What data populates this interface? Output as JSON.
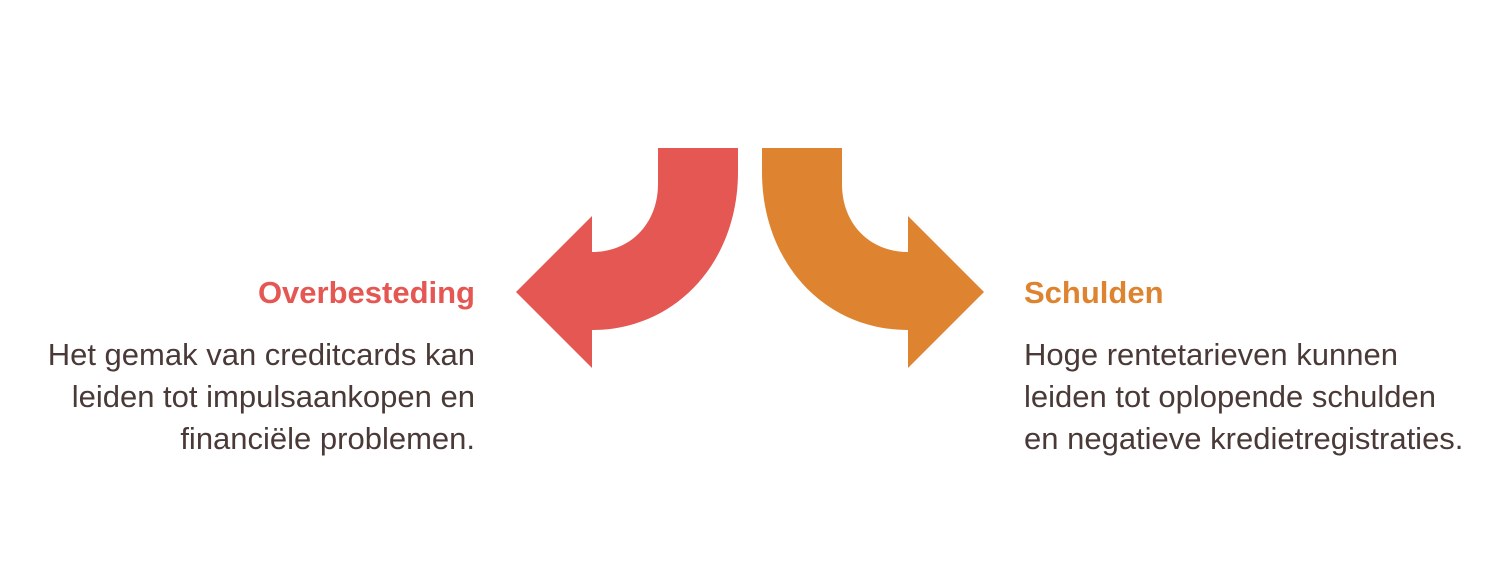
{
  "colors": {
    "left_accent": "#e55753",
    "right_accent": "#de8431",
    "body_text": "#4a3a37",
    "background": "#ffffff"
  },
  "left_item": {
    "title": "Overbesteding",
    "description": "Het gemak van creditcards kan leiden tot impulsaankopen en financiële problemen."
  },
  "right_item": {
    "title": "Schulden",
    "description": "Hoge rentetarieven kunnen leiden tot oplopende schulden en negatieve kredietregistraties."
  }
}
